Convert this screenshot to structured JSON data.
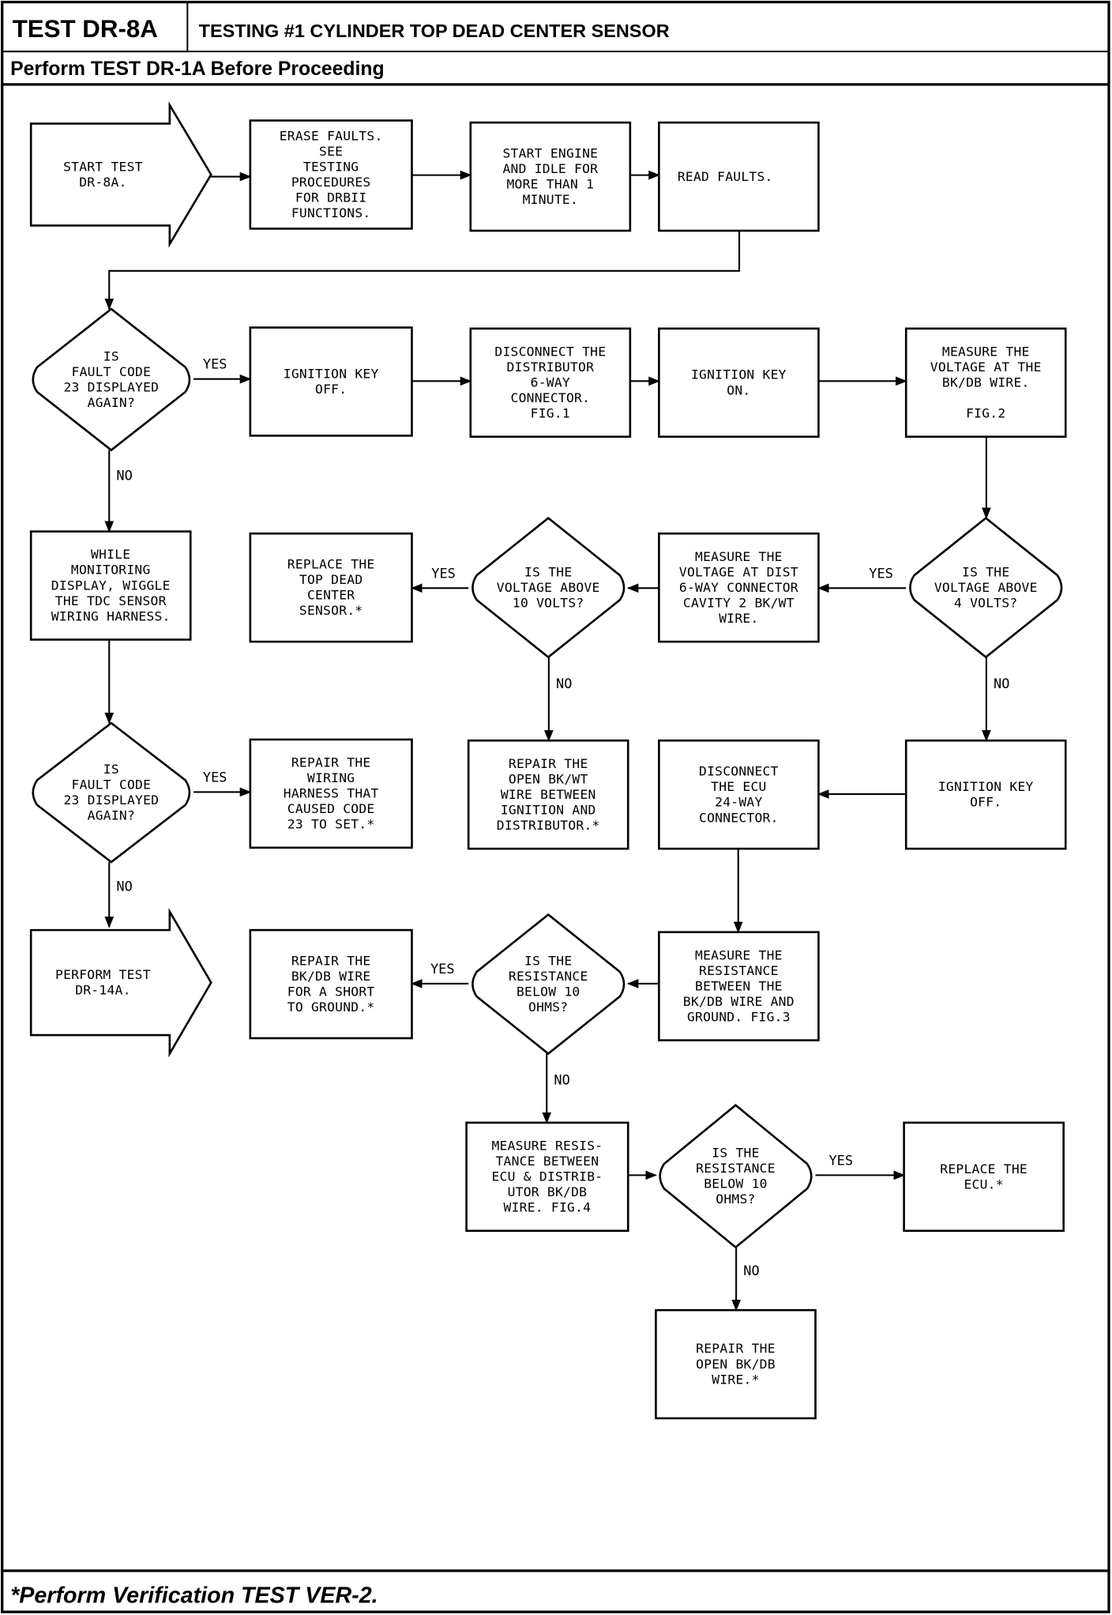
{
  "header": {
    "test_id": "TEST DR-8A",
    "title": "TESTING #1 CYLINDER TOP DEAD CENTER SENSOR",
    "prerequisite": "Perform TEST DR-1A Before Proceeding"
  },
  "footer": {
    "note": "*Perform Verification TEST VER-2."
  },
  "colors": {
    "ink": "#000000",
    "paper": "#ffffff"
  },
  "nodes": {
    "start": {
      "type": "terminal-arrow",
      "lines": [
        "START TEST",
        "DR-8A."
      ]
    },
    "erase_faults": {
      "type": "process",
      "lines": [
        "ERASE FAULTS.",
        "SEE",
        "TESTING",
        "PROCEDURES",
        "FOR DRBII",
        "FUNCTIONS."
      ]
    },
    "start_engine": {
      "type": "process",
      "lines": [
        "START ENGINE",
        "AND IDLE FOR",
        "MORE THAN 1",
        "MINUTE."
      ]
    },
    "read_faults": {
      "type": "process",
      "lines": [
        "READ FAULTS."
      ]
    },
    "q_fault23_a": {
      "type": "decision",
      "lines": [
        "IS",
        "FAULT CODE",
        "23 DISPLAYED",
        "AGAIN?"
      ]
    },
    "ign_off_1": {
      "type": "process",
      "lines": [
        "IGNITION KEY",
        "OFF."
      ]
    },
    "disconnect_dist": {
      "type": "process",
      "lines": [
        "DISCONNECT THE",
        "DISTRIBUTOR",
        "6-WAY",
        "CONNECTOR.",
        "FIG.1"
      ]
    },
    "ign_on": {
      "type": "process",
      "lines": [
        "IGNITION KEY",
        "ON."
      ]
    },
    "measure_bkdb": {
      "type": "process",
      "lines": [
        "MEASURE THE",
        "VOLTAGE AT THE",
        "BK/DB WIRE.",
        "",
        "FIG.2"
      ]
    },
    "wiggle": {
      "type": "process",
      "lines": [
        "WHILE",
        "MONITORING",
        "DISPLAY, WIGGLE",
        "THE TDC SENSOR",
        "WIRING HARNESS."
      ]
    },
    "replace_tdc": {
      "type": "process",
      "lines": [
        "REPLACE THE",
        "TOP DEAD",
        "CENTER",
        "SENSOR.*"
      ]
    },
    "q_10v": {
      "type": "decision",
      "lines": [
        "IS THE",
        "VOLTAGE ABOVE",
        "10 VOLTS?"
      ]
    },
    "measure_cav2": {
      "type": "process",
      "lines": [
        "MEASURE THE",
        "VOLTAGE AT DIST",
        "6-WAY CONNECTOR",
        "CAVITY 2 BK/WT",
        "WIRE."
      ]
    },
    "q_4v": {
      "type": "decision",
      "lines": [
        "IS THE",
        "VOLTAGE ABOVE",
        "4 VOLTS?"
      ]
    },
    "q_fault23_b": {
      "type": "decision",
      "lines": [
        "IS",
        "FAULT CODE",
        "23 DISPLAYED",
        "AGAIN?"
      ]
    },
    "repair_harness": {
      "type": "process",
      "lines": [
        "REPAIR THE",
        "WIRING",
        "HARNESS THAT",
        "CAUSED CODE",
        "23 TO SET.*"
      ]
    },
    "repair_bkwt": {
      "type": "process",
      "lines": [
        "REPAIR THE",
        "OPEN BK/WT",
        "WIRE BETWEEN",
        "IGNITION AND",
        "DISTRIBUTOR.*"
      ]
    },
    "disconnect_ecu": {
      "type": "process",
      "lines": [
        "DISCONNECT",
        "THE ECU",
        "24-WAY",
        "CONNECTOR."
      ]
    },
    "ign_off_2": {
      "type": "process",
      "lines": [
        "IGNITION KEY",
        "OFF."
      ]
    },
    "perform_dr14a": {
      "type": "terminal-arrow",
      "lines": [
        "PERFORM TEST",
        "DR-14A."
      ]
    },
    "repair_short": {
      "type": "process",
      "lines": [
        "REPAIR THE",
        "BK/DB WIRE",
        "FOR A SHORT",
        "TO GROUND.*"
      ]
    },
    "q_res_1": {
      "type": "decision",
      "lines": [
        "IS THE",
        "RESISTANCE",
        "BELOW 10",
        "OHMS?"
      ]
    },
    "measure_res_gnd": {
      "type": "process",
      "lines": [
        "MEASURE THE",
        "RESISTANCE",
        "BETWEEN THE",
        "BK/DB WIRE AND",
        "GROUND. FIG.3"
      ]
    },
    "measure_res_ecu": {
      "type": "process",
      "lines": [
        "MEASURE RESIS-",
        "TANCE BETWEEN",
        "ECU & DISTRIB-",
        "UTOR BK/DB",
        "WIRE. FIG.4"
      ]
    },
    "q_res_2": {
      "type": "decision",
      "lines": [
        "IS THE",
        "RESISTANCE",
        "BELOW 10",
        "OHMS?"
      ]
    },
    "replace_ecu": {
      "type": "process",
      "lines": [
        "REPLACE THE",
        "ECU.*"
      ]
    },
    "repair_bkdb_open": {
      "type": "process",
      "lines": [
        "REPAIR THE",
        "OPEN BK/DB",
        "WIRE.*"
      ]
    }
  },
  "edges": [
    {
      "from": "start",
      "to": "erase_faults",
      "label": ""
    },
    {
      "from": "erase_faults",
      "to": "start_engine",
      "label": ""
    },
    {
      "from": "start_engine",
      "to": "read_faults",
      "label": ""
    },
    {
      "from": "read_faults",
      "to": "q_fault23_a",
      "label": ""
    },
    {
      "from": "q_fault23_a",
      "to": "ign_off_1",
      "label": "YES"
    },
    {
      "from": "q_fault23_a",
      "to": "wiggle",
      "label": "NO"
    },
    {
      "from": "ign_off_1",
      "to": "disconnect_dist",
      "label": ""
    },
    {
      "from": "disconnect_dist",
      "to": "ign_on",
      "label": ""
    },
    {
      "from": "ign_on",
      "to": "measure_bkdb",
      "label": ""
    },
    {
      "from": "measure_bkdb",
      "to": "q_4v",
      "label": ""
    },
    {
      "from": "q_4v",
      "to": "measure_cav2",
      "label": "YES"
    },
    {
      "from": "q_4v",
      "to": "ign_off_2",
      "label": "NO"
    },
    {
      "from": "measure_cav2",
      "to": "q_10v",
      "label": ""
    },
    {
      "from": "q_10v",
      "to": "replace_tdc",
      "label": "YES"
    },
    {
      "from": "q_10v",
      "to": "repair_bkwt",
      "label": "NO"
    },
    {
      "from": "wiggle",
      "to": "q_fault23_b",
      "label": ""
    },
    {
      "from": "q_fault23_b",
      "to": "repair_harness",
      "label": "YES"
    },
    {
      "from": "q_fault23_b",
      "to": "perform_dr14a",
      "label": "NO"
    },
    {
      "from": "ign_off_2",
      "to": "disconnect_ecu",
      "label": ""
    },
    {
      "from": "disconnect_ecu",
      "to": "measure_res_gnd",
      "label": ""
    },
    {
      "from": "measure_res_gnd",
      "to": "q_res_1",
      "label": ""
    },
    {
      "from": "q_res_1",
      "to": "repair_short",
      "label": "YES"
    },
    {
      "from": "q_res_1",
      "to": "measure_res_ecu",
      "label": "NO"
    },
    {
      "from": "measure_res_ecu",
      "to": "q_res_2",
      "label": ""
    },
    {
      "from": "q_res_2",
      "to": "replace_ecu",
      "label": "YES"
    },
    {
      "from": "q_res_2",
      "to": "repair_bkdb_open",
      "label": "NO"
    }
  ]
}
